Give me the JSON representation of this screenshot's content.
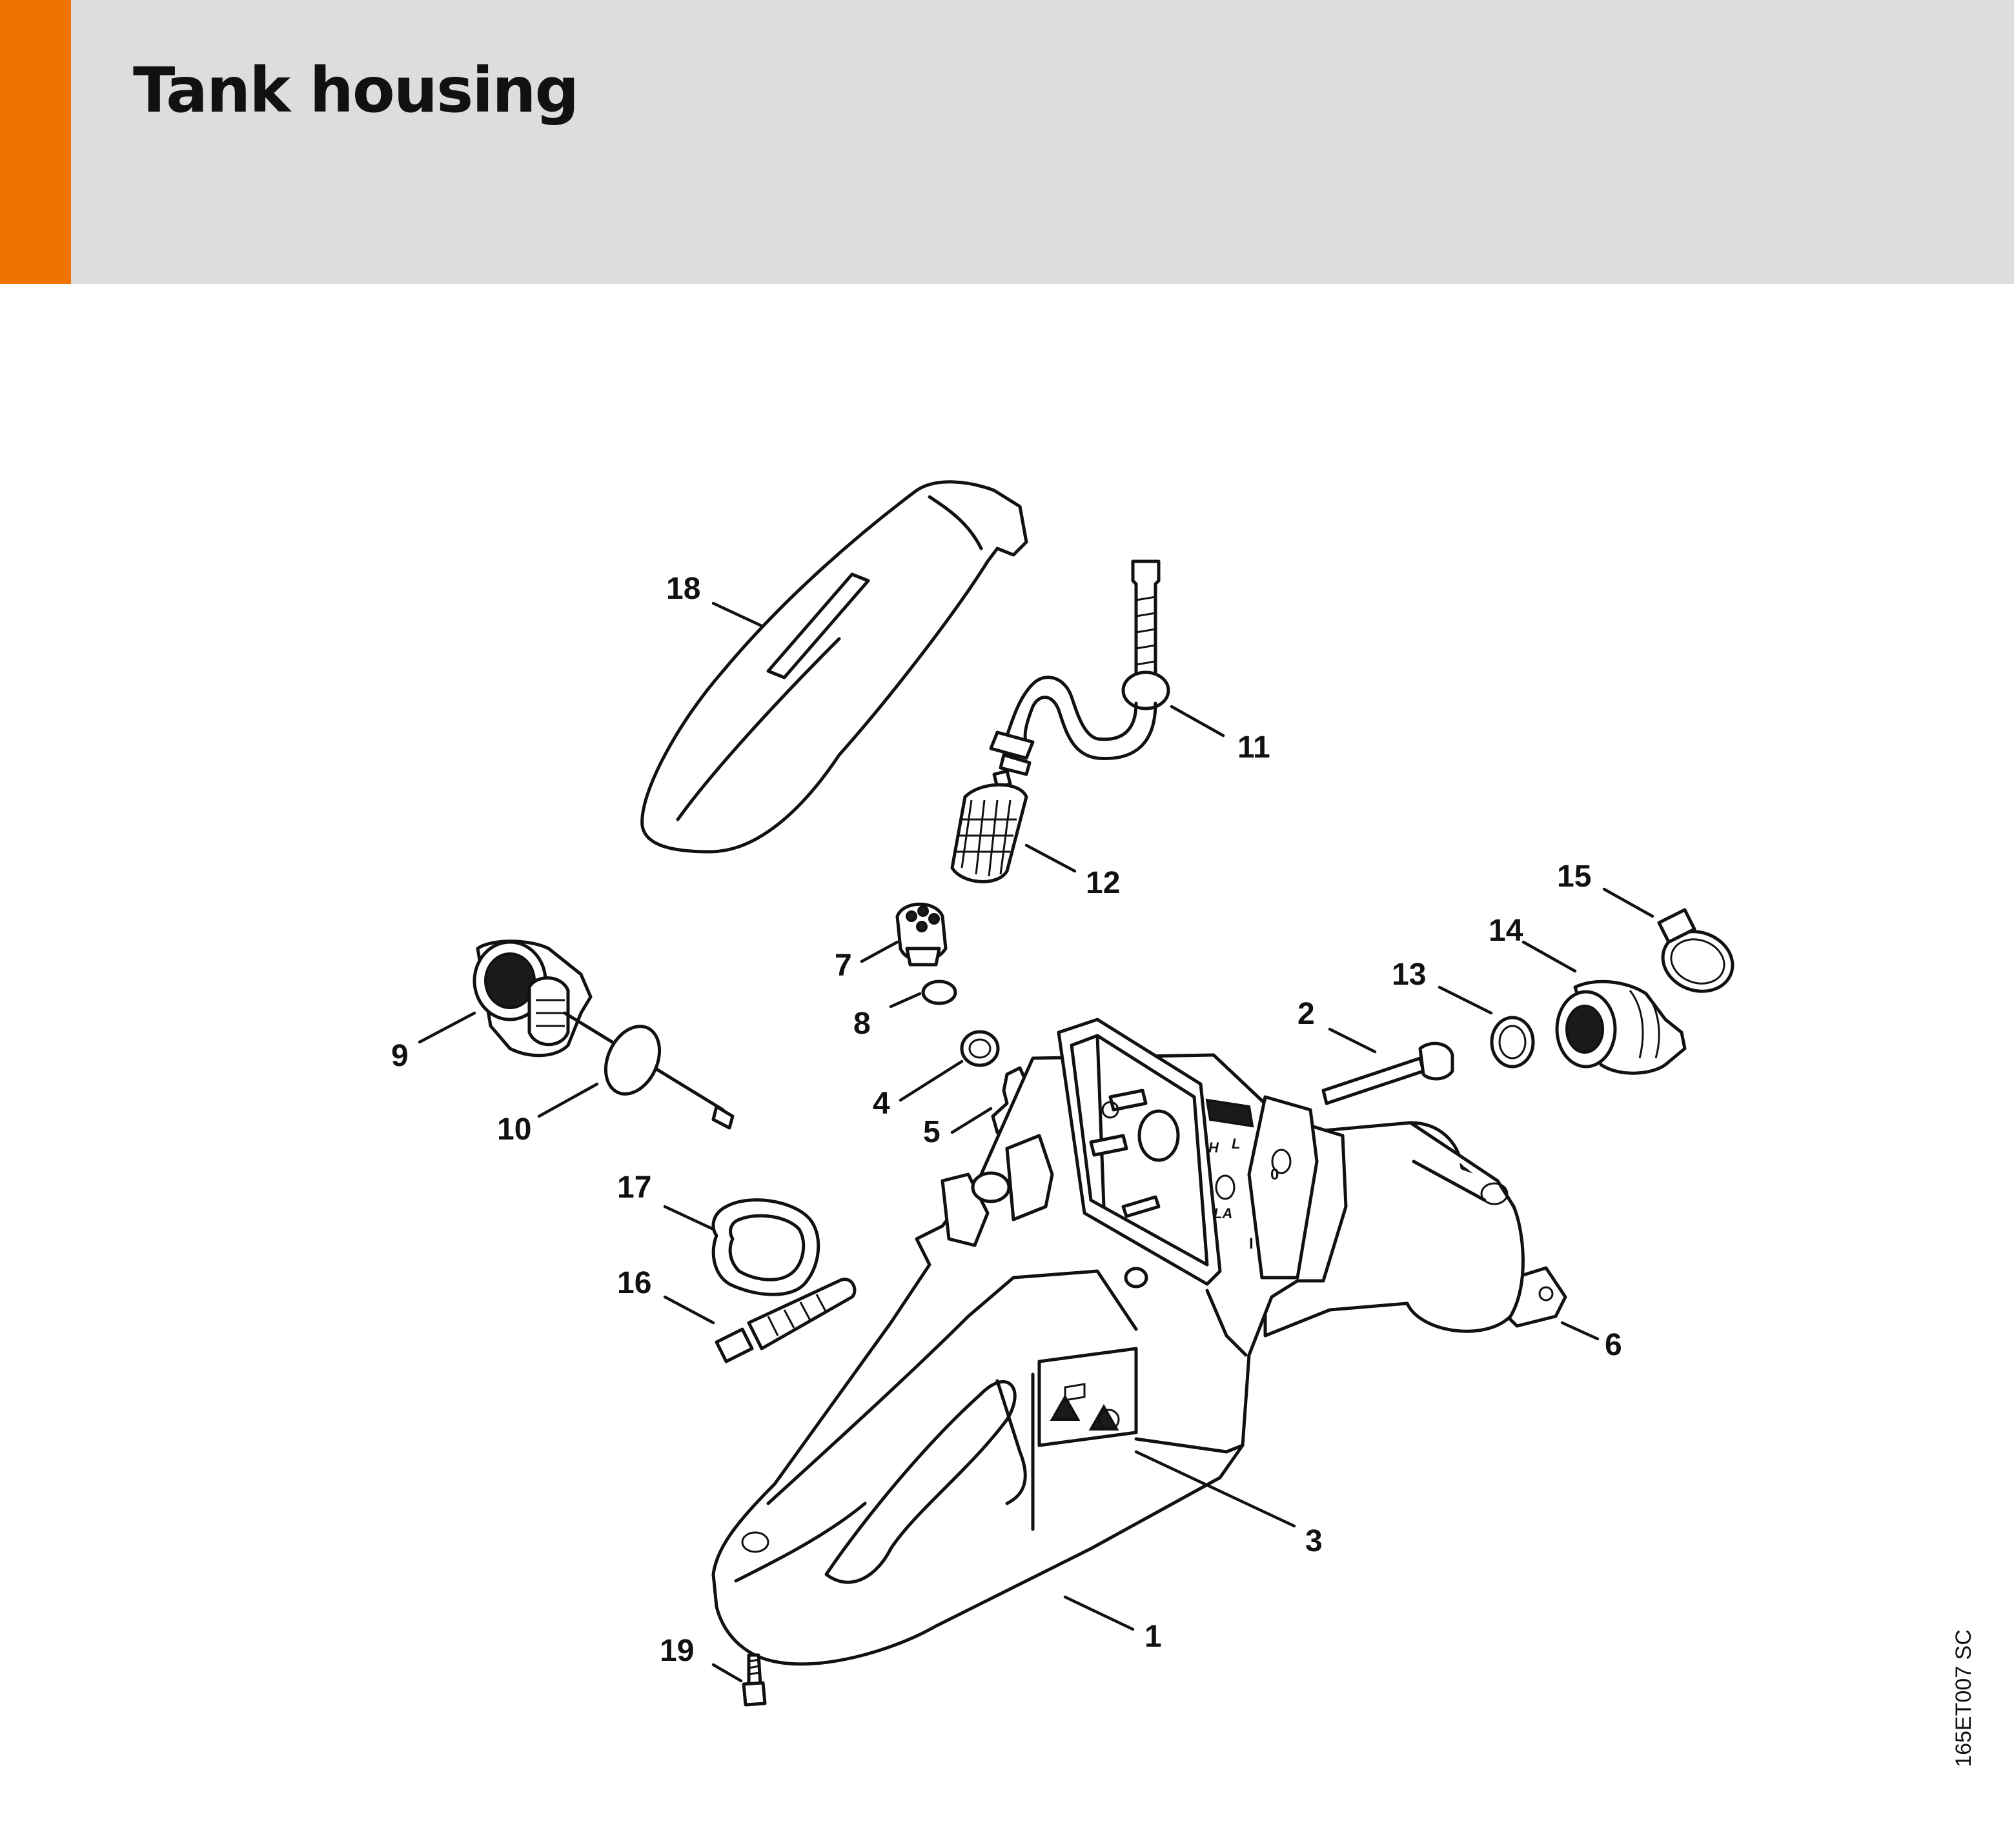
{
  "header": {
    "title": "Tank housing",
    "accent_color": "#ef7300",
    "background_color": "#dcdddd"
  },
  "diagram": {
    "reference_code": "165ET007 SC",
    "callouts": [
      {
        "number": "1",
        "part": "tank-housing"
      },
      {
        "number": "2",
        "part": "screw"
      },
      {
        "number": "3",
        "part": "label"
      },
      {
        "number": "4",
        "part": "plug"
      },
      {
        "number": "5",
        "part": "clip"
      },
      {
        "number": "6",
        "part": "bracket"
      },
      {
        "number": "7",
        "part": "tank-cap"
      },
      {
        "number": "8",
        "part": "o-ring"
      },
      {
        "number": "9",
        "part": "tank-cap-assembly"
      },
      {
        "number": "10",
        "part": "seal-ring"
      },
      {
        "number": "11",
        "part": "fuel-hose"
      },
      {
        "number": "12",
        "part": "fuel-filter"
      },
      {
        "number": "13",
        "part": "ring"
      },
      {
        "number": "14",
        "part": "intake-manifold"
      },
      {
        "number": "15",
        "part": "hose-clamp"
      },
      {
        "number": "16",
        "part": "grommet"
      },
      {
        "number": "17",
        "part": "gasket"
      },
      {
        "number": "18",
        "part": "handle-bar"
      },
      {
        "number": "19",
        "part": "screw"
      }
    ],
    "housing_markings": [
      "H",
      "L",
      "LA",
      "0",
      "I"
    ]
  }
}
